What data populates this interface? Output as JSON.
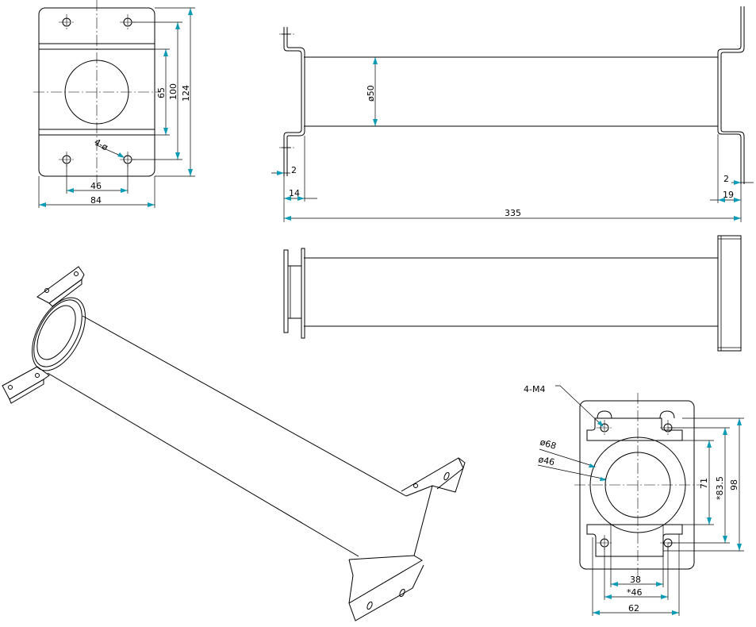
{
  "dimensions": {
    "front_width": "84",
    "front_hole_spacing": "46",
    "front_height_outer": "124",
    "front_height_inner": "100",
    "front_flat": "65",
    "front_holes_note": "4-ø",
    "side_tube_dia": "ø50",
    "side_length": "335",
    "side_flange_left": "14",
    "side_flange_right": "19",
    "side_thickness_left": "2",
    "side_thickness_right": "2",
    "end_thread_note": "4-M4",
    "end_outer_dia": "ø68",
    "end_inner_dia": "ø46",
    "end_height_inner": "71",
    "end_height_mid": "*83.5",
    "end_height_outer": "98",
    "end_width_inner": "38",
    "end_width_mid": "*46",
    "end_width_outer": "62"
  }
}
